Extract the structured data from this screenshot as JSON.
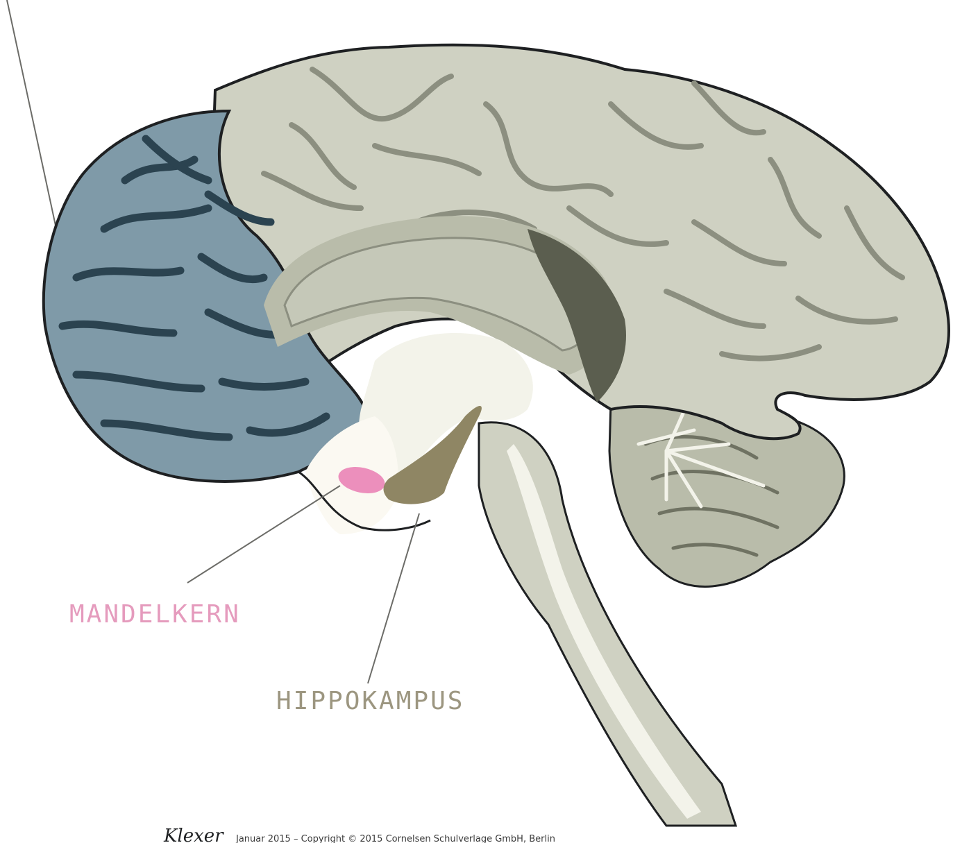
{
  "labels": {
    "amygdala": "MANDELKERN",
    "hippocampus": "HIPPOKAMPUS"
  },
  "footer": {
    "signature": "Klexer",
    "credit": "Januar 2015 – Copyright © 2015 Cornelsen Schulverlage GmbH, Berlin"
  },
  "colors": {
    "brain_base": "#cfd1c2",
    "brain_outline": "#1e2022",
    "sulcus": "#8c8f80",
    "frontal_lobe": "#7f9aa8",
    "frontal_sulcus": "#2b4350",
    "corpus_callosum": "#c5c8b8",
    "ventricle_dark": "#5b5e4f",
    "white_matter": "#f3f3ea",
    "amygdala": "#ec8fbc",
    "hippocampus": "#8f8664",
    "amygdala_label": "#e59bbd",
    "hippocampus_label": "#9c9680",
    "leader_line": "#6c6c68"
  }
}
